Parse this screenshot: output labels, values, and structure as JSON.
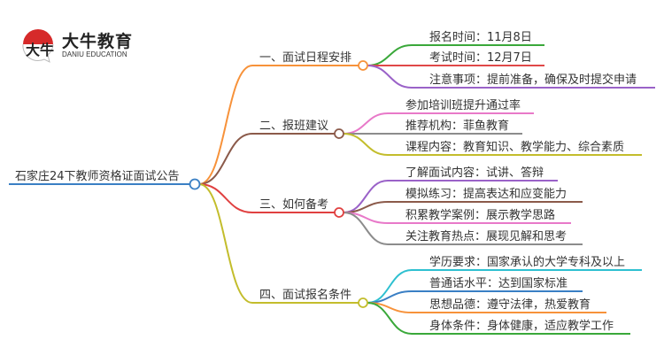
{
  "logo": {
    "title": "大牛教育",
    "subtitle": "DANIU EDUCATION",
    "mark": "大牛"
  },
  "root": {
    "label": "石家庄24下教师资格证面试公告",
    "color": "#3a7fc4"
  },
  "branches": [
    {
      "label": "一、面试日程安排",
      "color": "#f7923a",
      "leaves": [
        {
          "label": "报名时间：11月8日",
          "color": "#3aa83a"
        },
        {
          "label": "考试时间：12月7日",
          "color": "#e04848"
        },
        {
          "label": "注意事项：提前准备，确保及时提交申请",
          "color": "#9a62c8"
        }
      ]
    },
    {
      "label": "二、报班建议",
      "color": "#8b5a4a",
      "leaves": [
        {
          "label": "参加培训班提升通过率",
          "color": "#e879c9"
        },
        {
          "label": "推荐机构：菲鱼教育",
          "color": "#8c8c8c"
        },
        {
          "label": "课程内容：教育知识、教学能力、综合素质",
          "color": "#c3bd2c"
        }
      ]
    },
    {
      "label": "三、如何备考",
      "color": "#e04040",
      "leaves": [
        {
          "label": "了解面试内容：试讲、答辩",
          "color": "#9a62c8"
        },
        {
          "label": "模拟练习：提高表达和应变能力",
          "color": "#8b5a4a"
        },
        {
          "label": "积累教学案例：展示教学思路",
          "color": "#e879c9"
        },
        {
          "label": "关注教育热点：展现见解和思考",
          "color": "#8c8c8c"
        }
      ]
    },
    {
      "label": "四、面试报名条件",
      "color": "#c3bd2c",
      "leaves": [
        {
          "label": "学历要求：国家承认的大学专科及以上",
          "color": "#2ec0d0"
        },
        {
          "label": "普通话水平：达到国家标准",
          "color": "#3a7fc4"
        },
        {
          "label": "思想品德：遵守法律，热爱教育",
          "color": "#f7923a"
        },
        {
          "label": "身体条件：身体健康，适应教学工作",
          "color": "#3aa83a"
        }
      ]
    }
  ]
}
